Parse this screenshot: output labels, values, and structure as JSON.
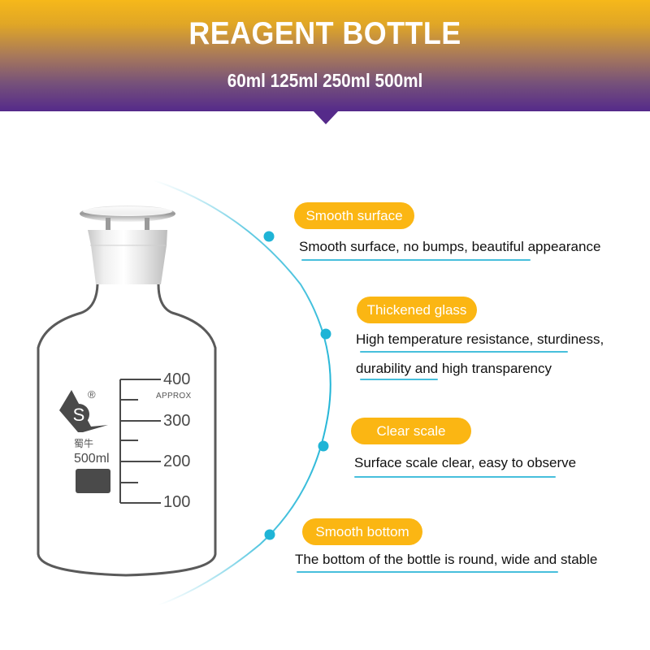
{
  "header": {
    "title": "REAGENT BOTTLE",
    "sizes": "60ml 125ml 250ml 500ml",
    "gradient_top": "#f6b81a",
    "gradient_bottom": "#552a8a"
  },
  "bottle": {
    "scale_marks": [
      "400",
      "300",
      "200",
      "100"
    ],
    "approx_label": "APPROX",
    "brand_logo_letter": "S",
    "registered_mark": "®",
    "brand_name": "蜀牛",
    "capacity": "500ml"
  },
  "features": [
    {
      "badge": "Smooth surface",
      "lines": [
        "Smooth surface, no bumps, beautiful appearance"
      ]
    },
    {
      "badge": "Thickened glass",
      "lines": [
        "High temperature resistance, sturdiness,",
        "durability and high transparency"
      ]
    },
    {
      "badge": "Clear scale",
      "lines": [
        "Surface scale clear, easy to observe"
      ]
    },
    {
      "badge": "Smooth bottom",
      "lines": [
        "The bottom of the bottle is round, wide and stable"
      ]
    }
  ],
  "colors": {
    "badge": "#fbb613",
    "accent_line": "#1fb4d6",
    "text": "#111111"
  }
}
